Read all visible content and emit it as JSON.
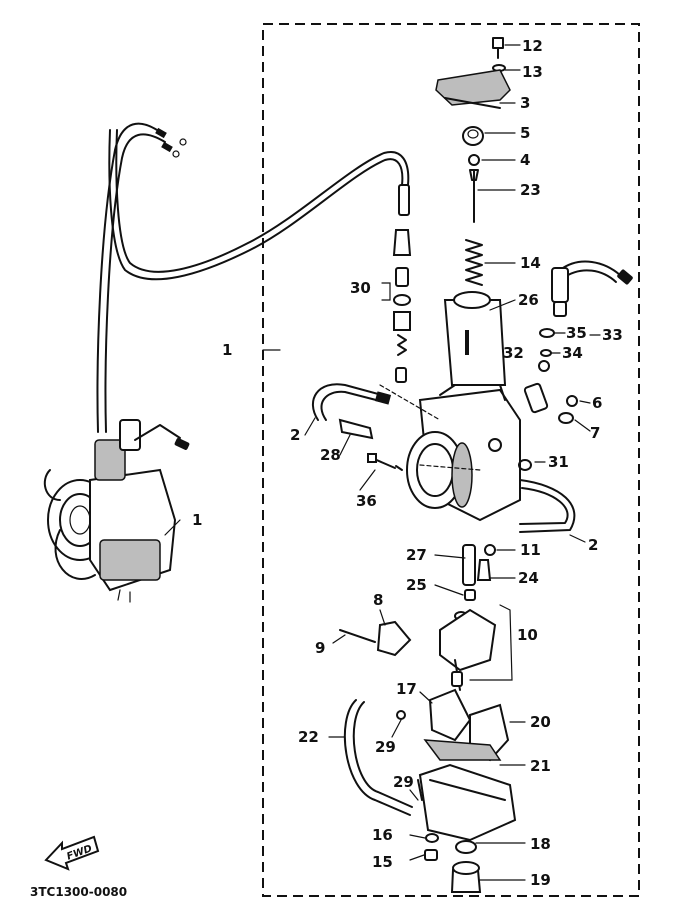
{
  "diagram_code": "3TC1300-0080",
  "fwd_marker": "FWD",
  "parts": {
    "p1_main": "1",
    "p1_left": "1",
    "p2_left": "2",
    "p2_right": "2",
    "p3": "3",
    "p4": "4",
    "p5": "5",
    "p6": "6",
    "p7": "7",
    "p8": "8",
    "p9": "9",
    "p10": "10",
    "p11": "11",
    "p12": "12",
    "p13": "13",
    "p14": "14",
    "p15": "15",
    "p16": "16",
    "p17": "17",
    "p18": "18",
    "p19": "19",
    "p20": "20",
    "p21": "21",
    "p22": "22",
    "p23": "23",
    "p24": "24",
    "p25": "25",
    "p26": "26",
    "p27": "27",
    "p28": "28",
    "p29_upper": "29",
    "p29_lower": "29",
    "p30": "30",
    "p31": "31",
    "p32": "32",
    "p33": "33",
    "p34": "34",
    "p35": "35",
    "p36": "36"
  }
}
